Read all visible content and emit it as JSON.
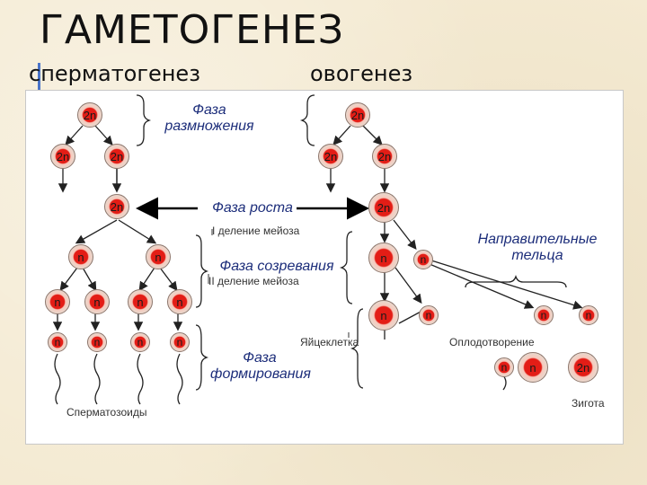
{
  "title": "ГАМЕТОГЕНЕЗ",
  "subtitle_left": "сперматогенез",
  "subtitle_right": "овогенез",
  "phases": {
    "reproduction": "Фаза размножения",
    "growth": "Фаза роста",
    "maturation": "Фаза созревания",
    "formation": "Фаза формирования"
  },
  "labels": {
    "meiosis1": "I деление мейоза",
    "meiosis2": "II деление мейоза",
    "egg": "Яйцеклетка",
    "fertilization": "Оплодотворение",
    "polar_bodies": "Направительные тельца",
    "sperm": "Сперматозоиды",
    "zygote": "Зигота"
  },
  "ploidy": {
    "diploid": "2n",
    "haploid": "n"
  },
  "colors": {
    "accent": "#4a74c9",
    "nucleus": "#e31d16",
    "phase_text": "#1c2d7a"
  }
}
